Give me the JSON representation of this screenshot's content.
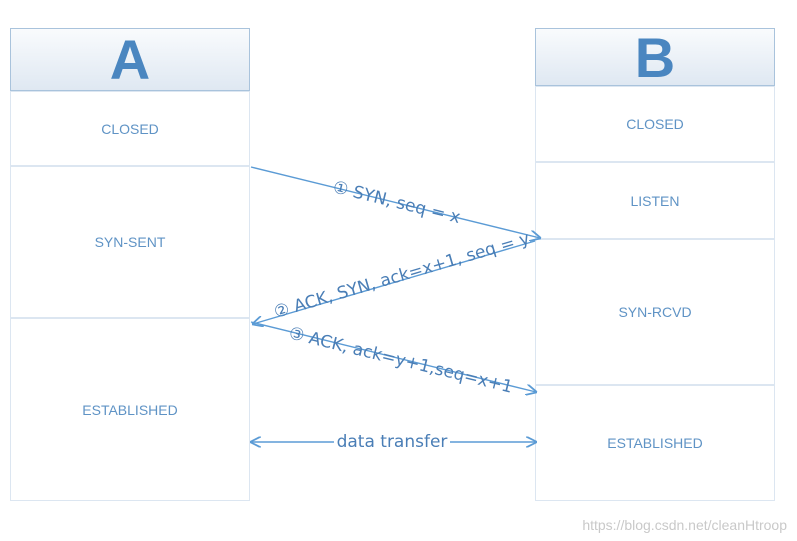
{
  "hosts": {
    "a": {
      "label": "A",
      "states": [
        "CLOSED",
        "SYN-SENT",
        "ESTABLISHED"
      ]
    },
    "b": {
      "label": "B",
      "states": [
        "CLOSED",
        "LISTEN",
        "SYN-RCVD",
        "ESTABLISHED"
      ]
    }
  },
  "messages": {
    "m1": "① SYN, seq = x",
    "m2": "② ACK, SYN, ack=x+1, seq = y",
    "m3": "③ ACK, ack=y+1,seq=x+1",
    "m4": "data transfer"
  },
  "watermark": "https://blog.csdn.net/cleanHtroop",
  "colors": {
    "accent": "#4a86c0",
    "arrow": "#5b9bd5",
    "state_text": "#5f93c5"
  }
}
